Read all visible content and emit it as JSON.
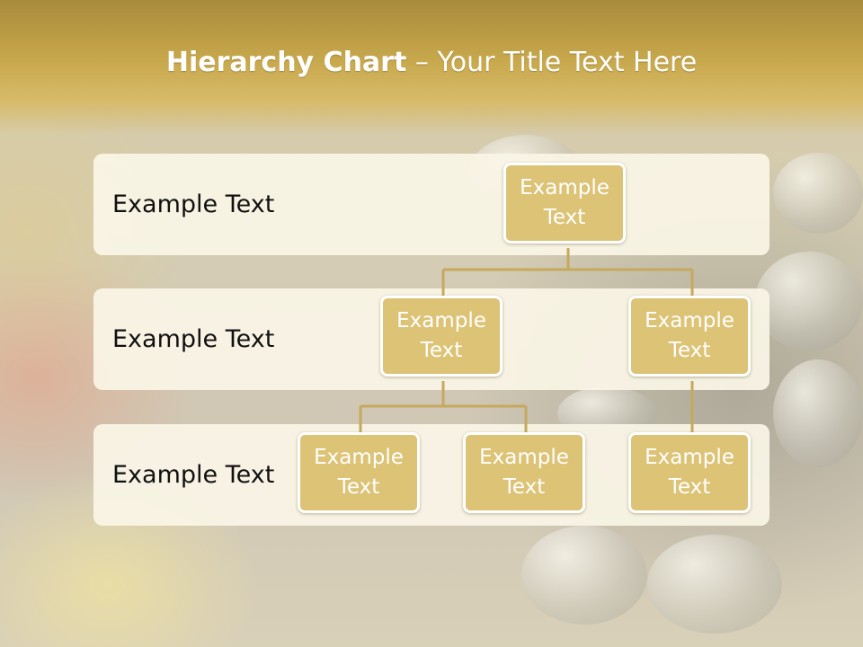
{
  "slide": {
    "title_bold": "Hierarchy Chart",
    "title_separator": " – ",
    "title_rest": "Your Title Text Here"
  },
  "rows": [
    {
      "label": "Example Text"
    },
    {
      "label": "Example Text"
    },
    {
      "label": "Example Text"
    }
  ],
  "nodes": {
    "root": "Example Text",
    "level2_left": "Example Text",
    "level2_right": "Example Text",
    "level3_left": "Example Text",
    "level3_middle": "Example Text",
    "level3_right": "Example Text"
  },
  "colors": {
    "title_bar": "#c8a84c",
    "node_fill": "#dcc376",
    "connector": "#c5a95e",
    "band_fill": "#faf5e6"
  }
}
